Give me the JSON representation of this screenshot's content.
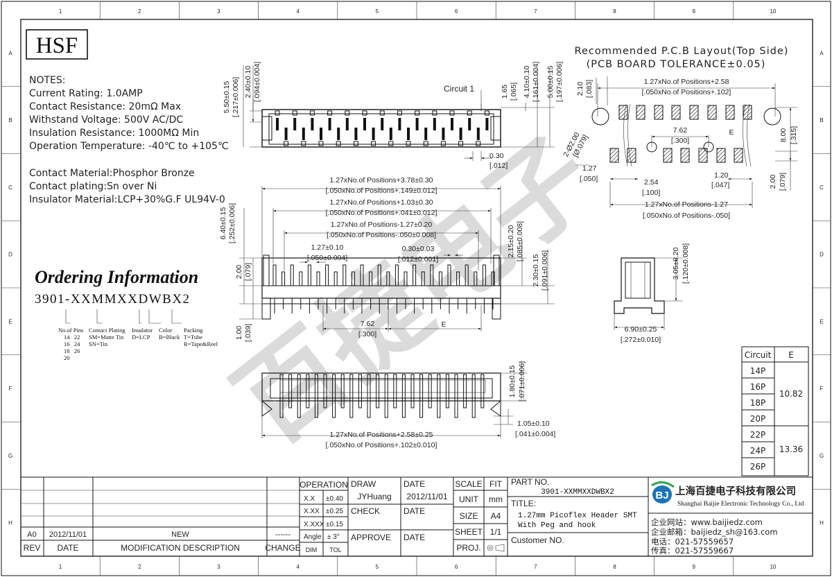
{
  "logo": {
    "text": "HSF"
  },
  "frame": {
    "col_numbers": [
      "1",
      "2",
      "3",
      "4",
      "5",
      "6",
      "7",
      "8",
      "9",
      "10"
    ],
    "row_letters": [
      "A",
      "B",
      "C",
      "D",
      "E",
      "F",
      "G",
      "H"
    ]
  },
  "notes": [
    "NOTES:",
    "Current Rating: 1.0AMP",
    "Contact Resistance: 20mΩ Max",
    "Withstand Voltage: 500V AC/DC",
    "Insulation Resistance: 1000MΩ Min",
    "Operation Temperature: -40℃ to +105℃"
  ],
  "materials": [
    "Contact Material:Phosphor Bronze",
    "Contact plating:Sn over Ni",
    "Insulator Material:LCP+30%G.F UL94V-0"
  ],
  "ordering": {
    "title": "Ordering Information",
    "code": "3901-XXMMXXDWBX2",
    "cols": [
      {
        "head": "No.of Pins",
        "lines": [
          "14   22",
          "16   24",
          "18   26",
          "20"
        ]
      },
      {
        "head": "Contact Plating",
        "lines": [
          "SM=Matte Tin",
          "SN=Tin"
        ]
      },
      {
        "head": "Insulator",
        "lines": [
          "D=LCP"
        ]
      },
      {
        "head": "Color",
        "lines": [
          "B=Black"
        ]
      },
      {
        "head": "Packing",
        "lines": [
          "T=Tube",
          "R=Tape&Reel"
        ]
      }
    ]
  },
  "pcb": {
    "title1": "Recommended P.C.B Layout(Top Side)",
    "title2": "(PCB BOARD TOLERANCE±0.05)",
    "dims": {
      "top_a": "1.27xNo.of Positions+2.58",
      "top_b": "[.050xNo.of Positions+.102]",
      "h1a": "2.10",
      "h1b": "[.083]",
      "p762a": "7.62",
      "p762b": "[.300]",
      "e": "E",
      "hole_a": "2-Ø2.00",
      "hole_b": "[Ø.079]",
      "h800a": "8.00",
      "h800b": "[.315]",
      "p127a": "1.27",
      "p127b": "[.050]",
      "p254a": "2.54",
      "p254b": "[.100]",
      "w120a": "1.20",
      "w120b": "[.047]",
      "h200a": "2.00",
      "h200b": "[.079]",
      "bot_a": "1.27xNo.of Positions-1.27",
      "bot_b": "[.050xNo.of Positions-.050]"
    }
  },
  "top_view": {
    "circuit1": "Circuit 1",
    "d550": "5.50±0.15",
    "d550i": "[.217±0.006]",
    "d240": "2.40±0.10",
    "d240i": "[.094±0.004]",
    "d165": "1.65",
    "d165i": "[.065]",
    "d410": "4.10±0.10",
    "d410i": "[.161±0.004]",
    "d500": "5.00±0.15",
    "d500i": "[.197±0.006]",
    "d030": "0.30",
    "d030i": "[.012]"
  },
  "front_view": {
    "w1": "1.27xNo.of Positions+3.78±0.30",
    "w1i": "[.050xNo.of Positions+.149±0.012]",
    "w2": "1.27xNo.of Positions+1.03±0.30",
    "w2i": "[.050xNo.of Positions+.041±0.012]",
    "w3": "1.27xNo.of Positions-1.27±0.20",
    "w3i": "[.050xNo.of Positions-.050±0.008]",
    "p127": "1.27±0.10",
    "p127i": "[.050±0.004]",
    "p030": "0.30±0.03",
    "p030i": "[.012±0.001]",
    "h640": "6.40±0.15",
    "h640i": "[.252±0.006]",
    "h200": "2.00",
    "h200i": "[.079]",
    "h100": "1.00",
    "h100i": "[.039]",
    "h215": "2.15±0.20",
    "h215i": "[.085±0.008]",
    "h230": "2.30±0.15",
    "h230i": "[.091±0.006]",
    "p762": "7.62",
    "p762i": "[.300]",
    "e": "E"
  },
  "bottom_view": {
    "h180": "1.80±0.15",
    "h180i": "[.071±0.006]",
    "h105": "1.05±0.10",
    "h105i": "[.041±0.004]",
    "w": "1.27xNo.of Positions+2.58±0.25",
    "wi": "[.050xNo.of Positions+.102±0.010]"
  },
  "side_view": {
    "h305": "3.05±0.20",
    "h305i": "[.120±0.008]",
    "w690": "6.90±0.25",
    "w690i": "[.272±0.010]"
  },
  "circuit_table": {
    "head_circuit": "Circuit",
    "head_e": "E",
    "rows": [
      "14P",
      "16P",
      "18P",
      "20P",
      "22P",
      "24P",
      "26P"
    ],
    "e_values": [
      "10.82",
      "13.36"
    ]
  },
  "title_block": {
    "operation": "OPERATION",
    "tol_rows": [
      [
        "X.X",
        "±0.40"
      ],
      [
        "X.XX",
        "±0.25"
      ],
      [
        "X.XXX",
        "±0.15"
      ],
      [
        "Angle",
        "± 3°"
      ]
    ],
    "dim": "DIM",
    "tol": "TOL",
    "draw": "DRAW",
    "draw_by": "JYHuang",
    "date": "DATE",
    "draw_date": "2012/11/01",
    "check": "CHECK",
    "approve": "APPROVE",
    "scale": "SCALE",
    "fit": "FIT",
    "unit": "UNIT",
    "unit_val": "mm",
    "size": "SIZE",
    "size_val": "A4",
    "sheet": "SHEET",
    "sheet_val": "1/1",
    "proj": "PROJ.",
    "part_no_label": "PART NO.",
    "part_no": "3901-XXMMXXDWBX2",
    "title_label": "TITLE:",
    "title_line1": "1.27mm Picoflex Header SMT",
    "title_line2": "With Peg and hook",
    "customer": "Customer NO.",
    "rev_row": [
      "A0",
      "2012/11/01",
      "NEW",
      "------"
    ],
    "rev_head": [
      "REV",
      "DATE",
      "MODIFICATION DESCRIPTION",
      "CHANGE"
    ]
  },
  "company": {
    "name_cn": "上海百捷电子科技有限公司",
    "name_en": "Shanghai Baijie Electronic Technology Co., Ltd",
    "web": "企业网站：www.baijiedz.com",
    "mail": "企业邮箱：baijiedz_sh@163.com",
    "tel": "电话：021-57559657",
    "fax": "传真：021-57559667"
  },
  "watermark": {
    "text": "百捷电子"
  }
}
